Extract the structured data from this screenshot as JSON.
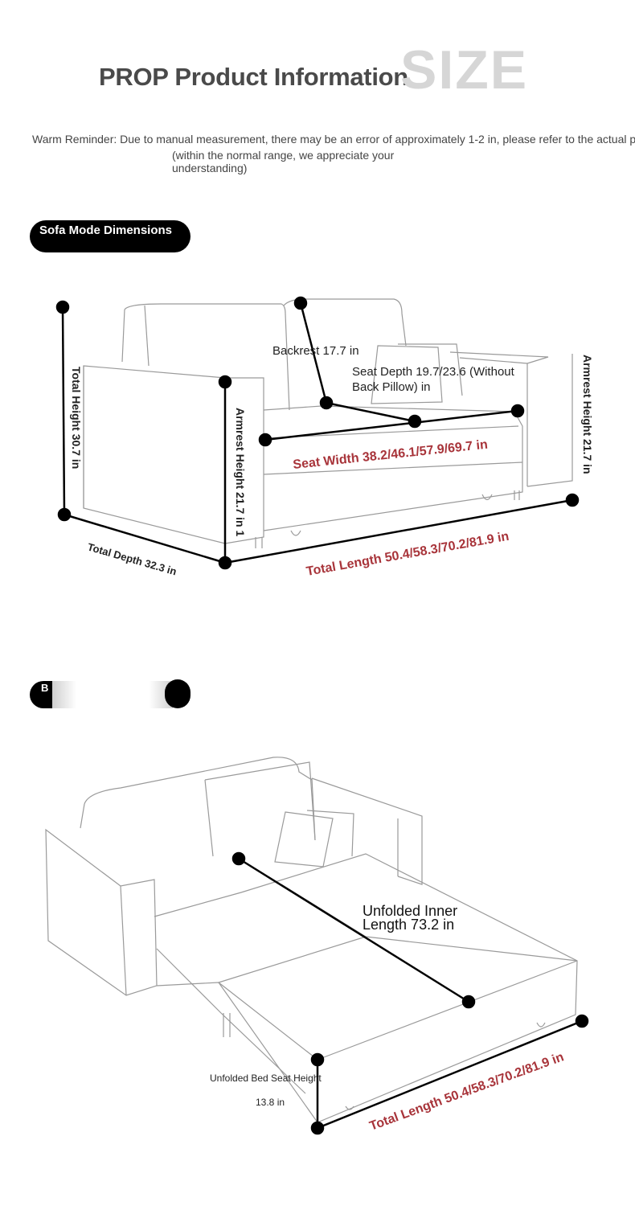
{
  "header": {
    "title": "PROP Product Information",
    "size_word": "SIZE",
    "reminder_line1": "Warm Reminder: Due to manual measurement, there may be an error of approximately 1-2 in, please refer to the actual p",
    "reminder_line2": "(within the normal range, we appreciate your understanding)"
  },
  "sofa_mode": {
    "badge": "Sofa Mode Dimensions",
    "labels": {
      "backrest": "Backrest 17.7 in",
      "seat_depth": "Seat Depth 19.7/23.6 (Without",
      "seat_depth_2": "Back Pillow) in",
      "total_height": "Total Height 30.7 in",
      "armrest_height_left": "Armrest Height 21.7 in 1",
      "armrest_height_right": "Armrest Height 21.7 in",
      "seat_width": "Seat Width 38.2/46.1/57.9/69.7 in",
      "total_depth": "Total Depth 32.3 in",
      "total_length": "Total Length 50.4/58.3/70.2/81.9 in"
    }
  },
  "bed_mode": {
    "badge": "B",
    "labels": {
      "inner_length_1": "Unfolded Inner",
      "inner_length_2": "Length 73.2 in",
      "bed_seat_height_1": "Unfolded Bed Seat Height",
      "bed_seat_height_2": "13.8 in",
      "total_length": "Total Length 50.4/58.3/70.2/81.9 in"
    }
  },
  "colors": {
    "accent_red": "#a8343a",
    "text_dark": "#222222",
    "title_gray": "#4a4a4a",
    "line_gray": "#9a9a9a"
  }
}
